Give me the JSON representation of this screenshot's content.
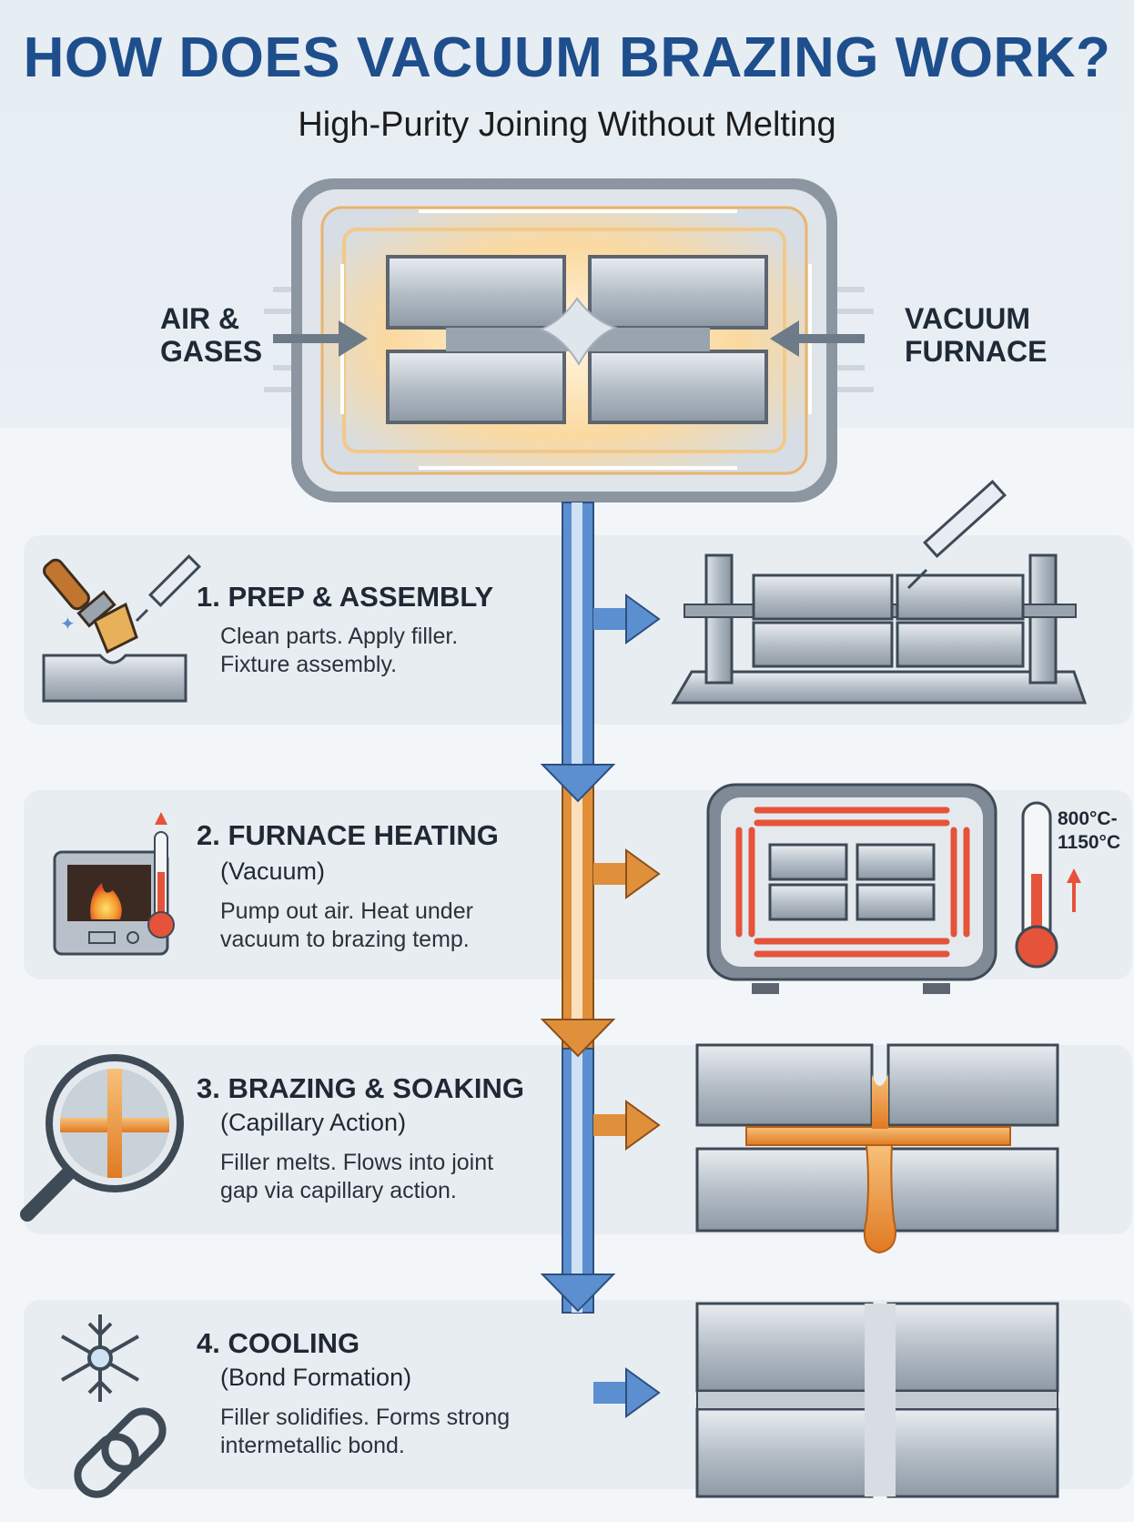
{
  "header": {
    "title": "HOW DOES VACUUM BRAZING WORK?",
    "subtitle": "High-Purity Joining Without Melting"
  },
  "furnace_diagram": {
    "left_label": "AIR &\nGASES",
    "right_label": "VACUUM\nFURNACE"
  },
  "steps": [
    {
      "title": "1. PREP & ASSEMBLY",
      "subtitle": "",
      "text": "Clean parts. Apply filler.\nFixture assembly.",
      "icons": [
        "paintbrush-icon",
        "syringe-icon",
        "metal-part-icon"
      ],
      "illustration": "fixture-clamp-with-syringe"
    },
    {
      "title": "2. FURNACE HEATING",
      "subtitle": "(Vacuum)",
      "text": "Pump out air. Heat under\nvacuum to brazing temp.",
      "icons": [
        "furnace-icon",
        "thermometer-icon"
      ],
      "illustration": "heated-vacuum-chamber",
      "temperature": "800°C-\n1150°C"
    },
    {
      "title": "3. BRAZING & SOAKING",
      "subtitle": "(Capillary Action)",
      "text": "Filler melts. Flows into joint\ngap via capillary action.",
      "icons": [
        "magnifier-icon"
      ],
      "illustration": "molten-filler-joint"
    },
    {
      "title": "4. COOLING",
      "subtitle": "(Bond Formation)",
      "text": "Filler solidifies. Forms strong\nintermetallic bond.",
      "icons": [
        "snowflake-icon",
        "chain-link-icon"
      ],
      "illustration": "solidified-bonded-joint"
    }
  ],
  "colors": {
    "title_blue": "#1e4e8c",
    "flow_blue": "#5b8fd0",
    "flow_orange": "#e0903a",
    "heat_red": "#e5533a",
    "molten_orange": "#f09a3e",
    "steel": "#b9c2cb"
  }
}
